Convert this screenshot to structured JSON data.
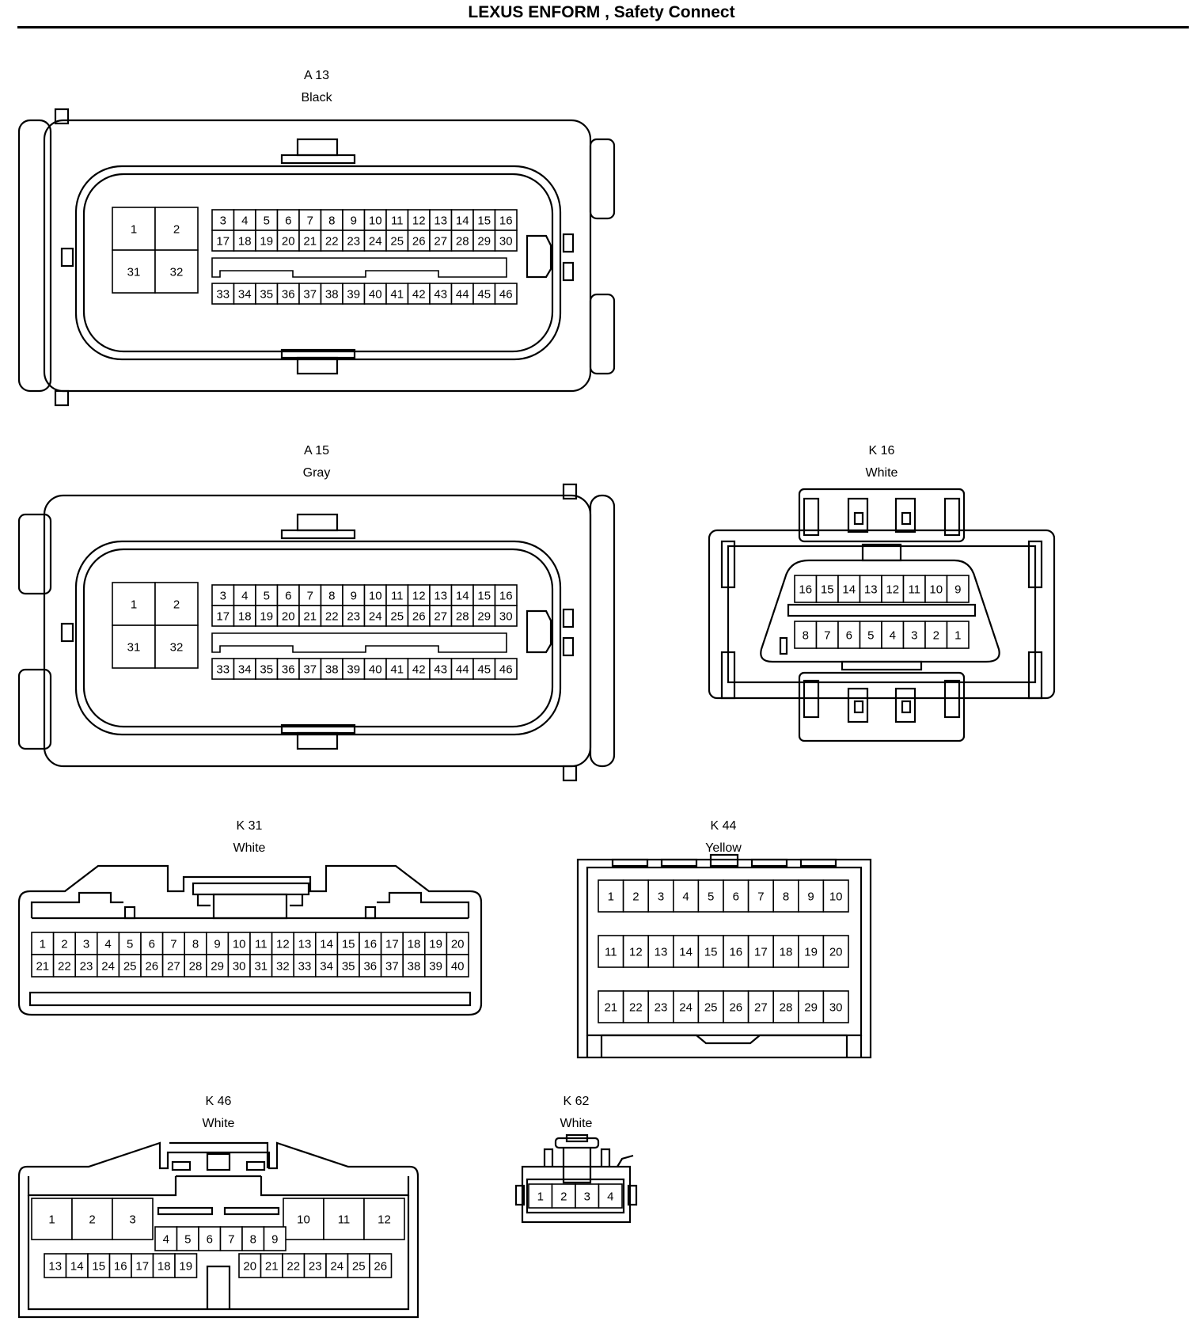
{
  "title": "LEXUS ENFORM , Safety Connect",
  "connectors": {
    "a13": {
      "code": "A 13",
      "color": "Black"
    },
    "a15": {
      "code": "A 15",
      "color": "Gray"
    },
    "k16": {
      "code": "K 16",
      "color": "White"
    },
    "k31": {
      "code": "K 31",
      "color": "White"
    },
    "k44": {
      "code": "K 44",
      "color": "Yellow"
    },
    "k46": {
      "code": "K 46",
      "color": "White"
    },
    "k62": {
      "code": "K 62",
      "color": "White"
    }
  },
  "pins": {
    "a_big": [
      "1",
      "2",
      "31",
      "32"
    ],
    "a_row1": [
      "3",
      "4",
      "5",
      "6",
      "7",
      "8",
      "9",
      "10",
      "11",
      "12",
      "13",
      "14",
      "15",
      "16"
    ],
    "a_row2": [
      "17",
      "18",
      "19",
      "20",
      "21",
      "22",
      "23",
      "24",
      "25",
      "26",
      "27",
      "28",
      "29",
      "30"
    ],
    "a_row3": [
      "33",
      "34",
      "35",
      "36",
      "37",
      "38",
      "39",
      "40",
      "41",
      "42",
      "43",
      "44",
      "45",
      "46"
    ],
    "k16_row1": [
      "16",
      "15",
      "14",
      "13",
      "12",
      "11",
      "10",
      "9"
    ],
    "k16_row2": [
      "8",
      "7",
      "6",
      "5",
      "4",
      "3",
      "2",
      "1"
    ],
    "k31_row1": [
      "1",
      "2",
      "3",
      "4",
      "5",
      "6",
      "7",
      "8",
      "9",
      "10",
      "11",
      "12",
      "13",
      "14",
      "15",
      "16",
      "17",
      "18",
      "19",
      "20"
    ],
    "k31_row2": [
      "21",
      "22",
      "23",
      "24",
      "25",
      "26",
      "27",
      "28",
      "29",
      "30",
      "31",
      "32",
      "33",
      "34",
      "35",
      "36",
      "37",
      "38",
      "39",
      "40"
    ],
    "k44_row1": [
      "1",
      "2",
      "3",
      "4",
      "5",
      "6",
      "7",
      "8",
      "9",
      "10"
    ],
    "k44_row2": [
      "11",
      "12",
      "13",
      "14",
      "15",
      "16",
      "17",
      "18",
      "19",
      "20"
    ],
    "k44_row3": [
      "21",
      "22",
      "23",
      "24",
      "25",
      "26",
      "27",
      "28",
      "29",
      "30"
    ],
    "k46_big_left": [
      "1",
      "2",
      "3"
    ],
    "k46_big_right": [
      "10",
      "11",
      "12"
    ],
    "k46_mid": [
      "4",
      "5",
      "6",
      "7",
      "8",
      "9"
    ],
    "k46_bottom_left": [
      "13",
      "14",
      "15",
      "16",
      "17",
      "18",
      "19"
    ],
    "k46_bottom_right": [
      "20",
      "21",
      "22",
      "23",
      "24",
      "25",
      "26"
    ],
    "k62_row": [
      "1",
      "2",
      "3",
      "4"
    ]
  }
}
